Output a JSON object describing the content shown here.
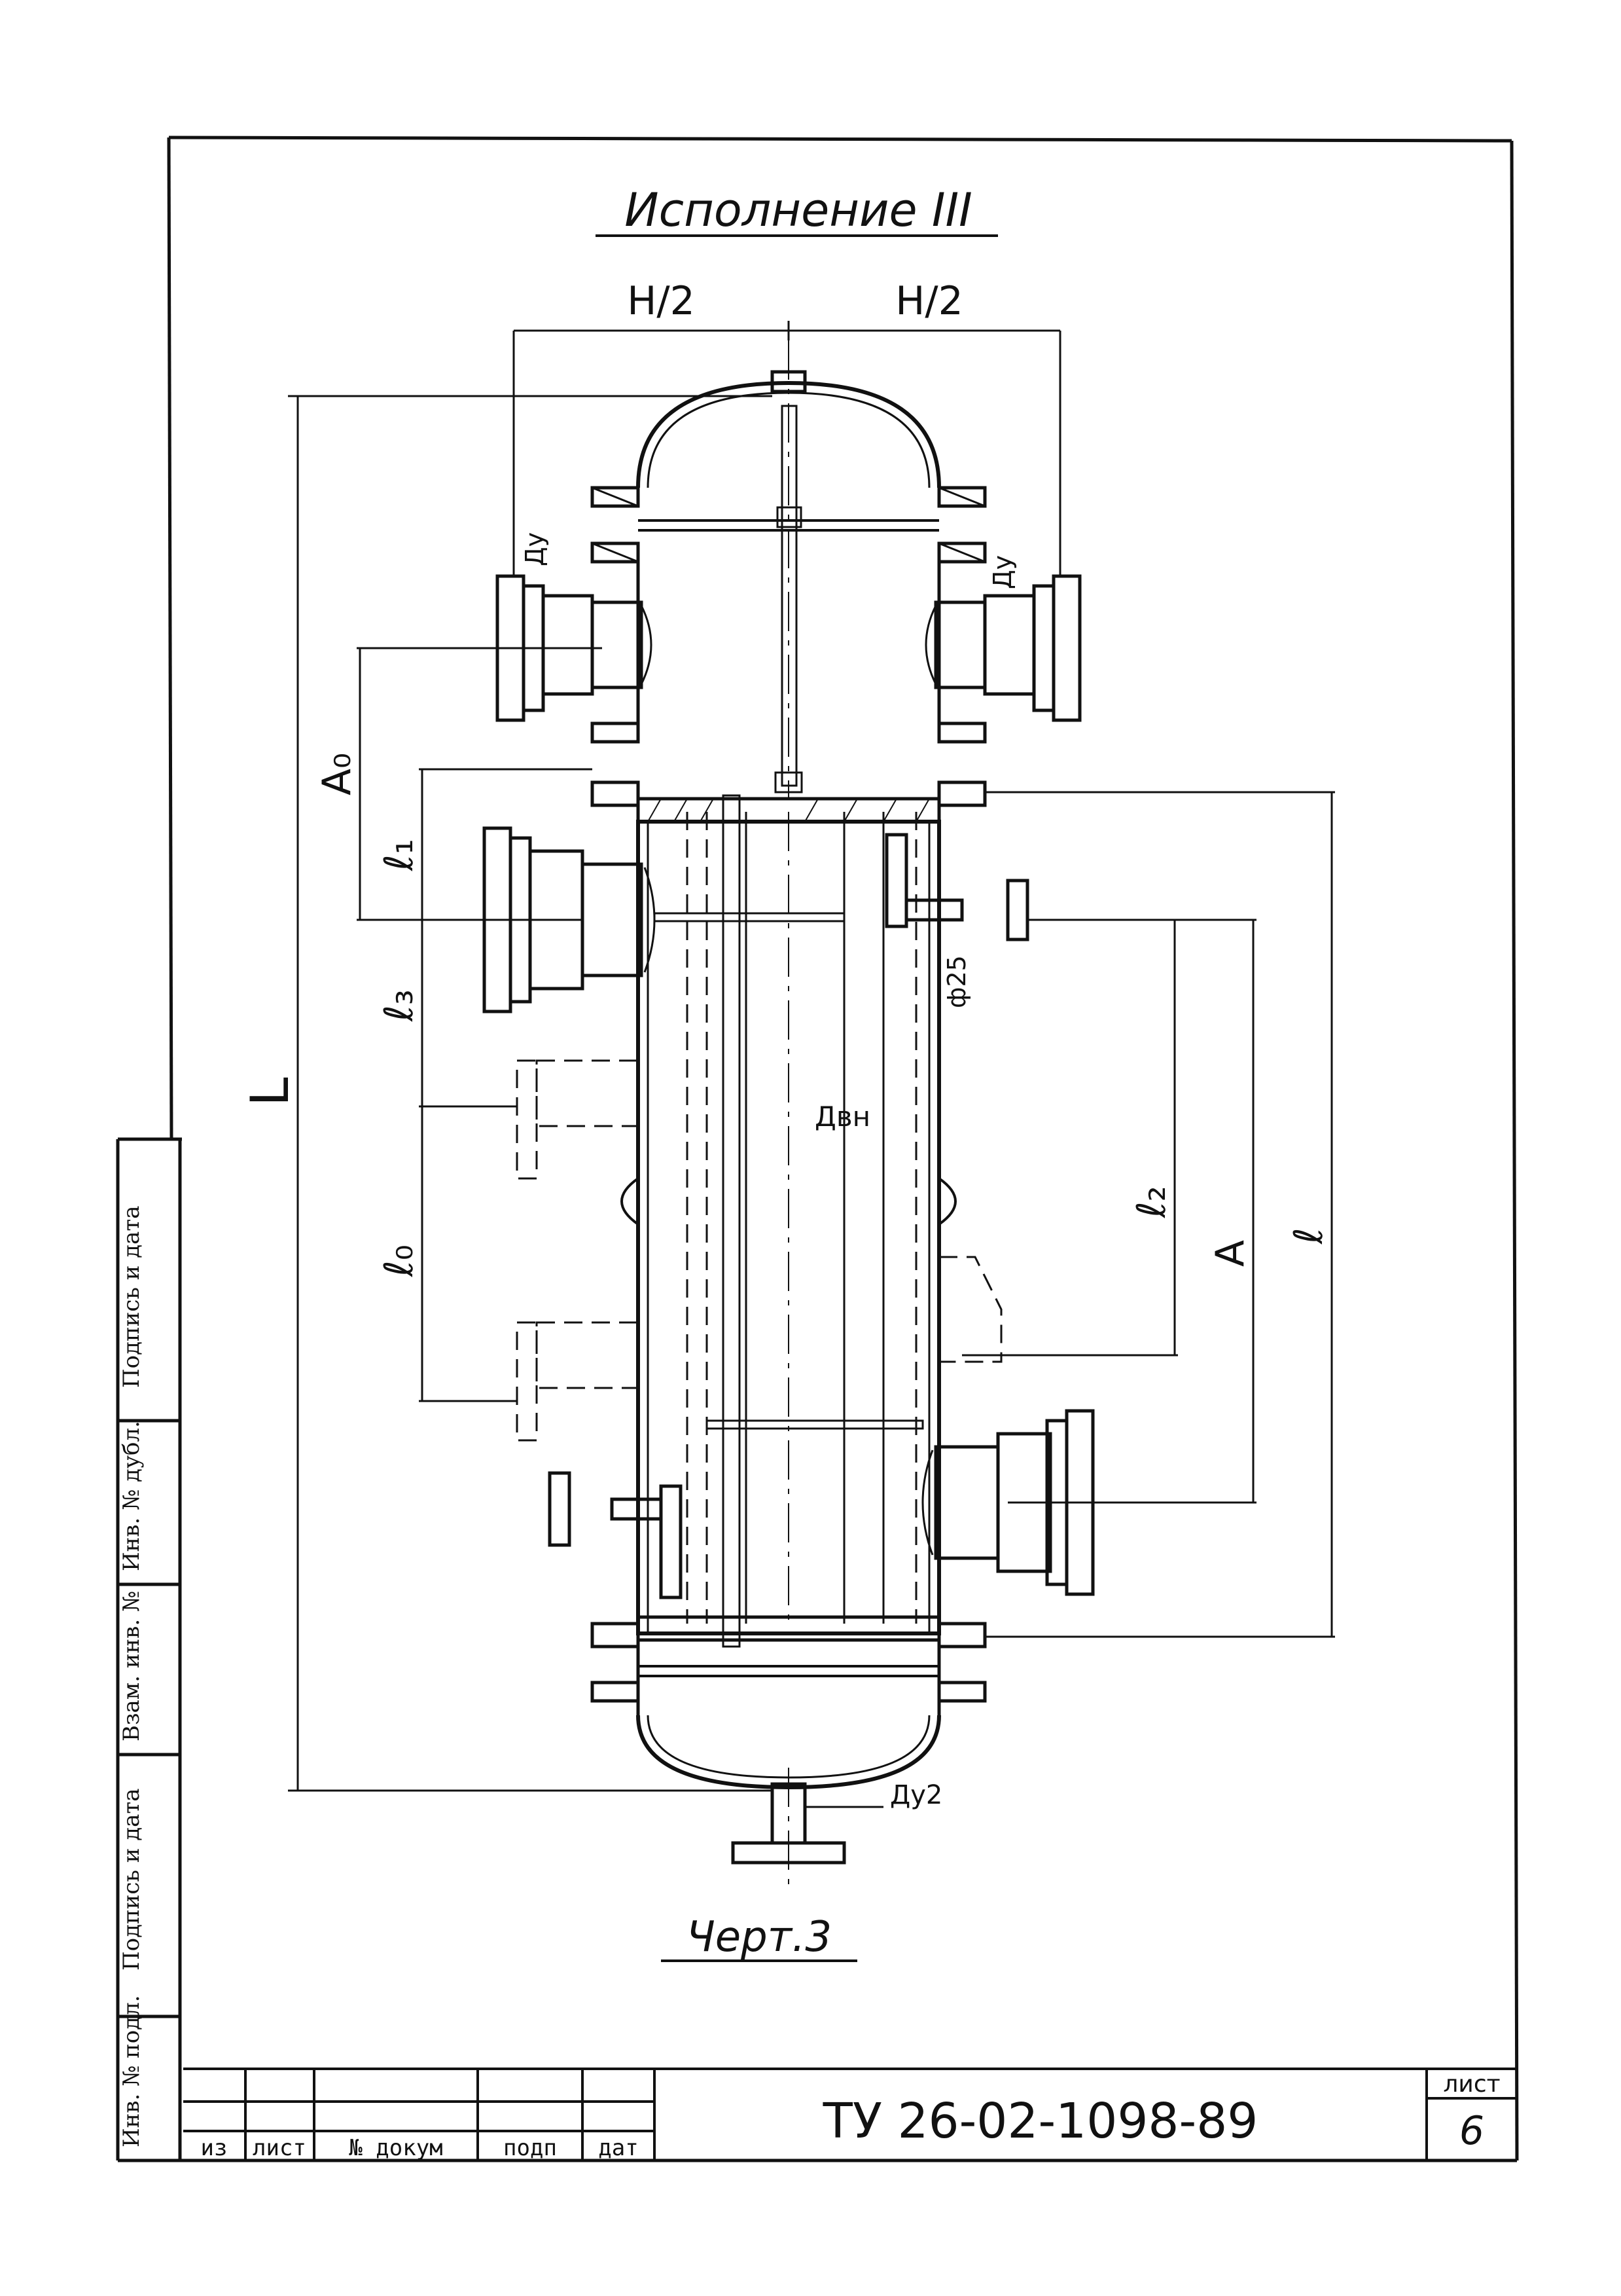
{
  "title": "Исполнение III",
  "caption": "Черт.3",
  "dimensions": {
    "half_width_left": "H/2",
    "half_width_right": "H/2",
    "nozzle_du_left": "Ду",
    "nozzle_du_right": "Ду",
    "A0": "А₀",
    "l1": "ℓ₁",
    "l3": "ℓ₃",
    "L": "L",
    "l0": "ℓ₀",
    "d_inner": "Двн",
    "phi25": "ф25",
    "l2": "ℓ₂",
    "A": "А",
    "l": "ℓ",
    "du2": "Ду2"
  },
  "side_stamp": [
    "Подпись и дата",
    "Инв. № дубл.",
    "Взам. инв. №",
    "Подпись и дата",
    "Инв. № подл."
  ],
  "title_block": {
    "doc_number": "ТУ 26-02-1098-89",
    "sheet_label": "лист",
    "sheet_number": "6",
    "columns": [
      "из",
      "лист",
      "№ докум",
      "подп",
      "дат"
    ]
  }
}
